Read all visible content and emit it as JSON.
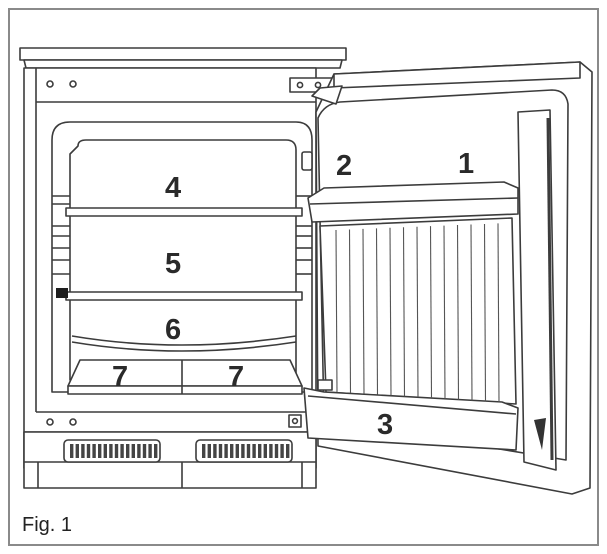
{
  "figure": {
    "caption": "Fig. 1",
    "callouts": {
      "door_panel": "1",
      "door_hinge_area": "2",
      "door_bottom_shelf": "3",
      "upper_compartment": "4",
      "middle_compartment": "5",
      "lower_compartment": "6",
      "crisper_left": "7",
      "crisper_right": "7"
    }
  }
}
